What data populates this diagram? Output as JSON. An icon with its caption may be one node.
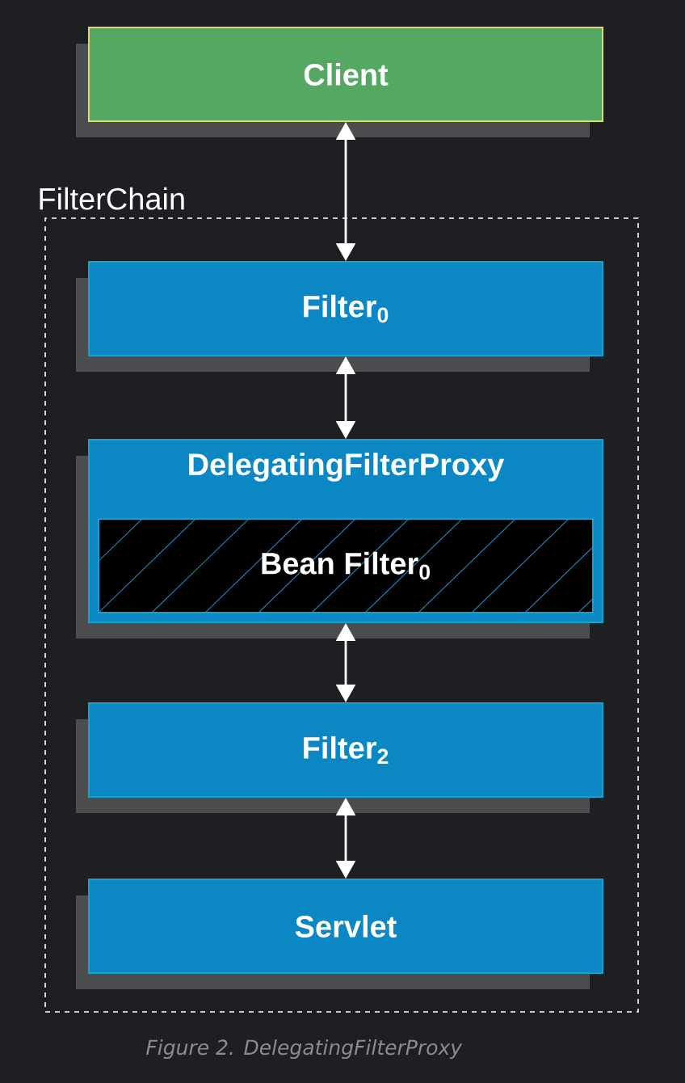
{
  "diagram": {
    "caption": "Figure 2. DelegatingFilterProxy",
    "nodes": [
      {
        "text": [
          "Client"
        ]
      },
      {
        "text": [
          "FilterChain"
        ]
      },
      {
        "text": [
          "Filter$_{0}$"
        ],
        "in": 1
      },
      {
        "text": [
          "DelegatingFilterProxy"
        ],
        "in": 1
      },
      {
        "text": [
          "Bean Filter$_{0}$"
        ],
        "in": 3
      },
      {
        "text": [
          "Filter$_{2}$"
        ],
        "in": 1
      },
      {
        "text": [
          "Servlet"
        ],
        "in": 1
      }
    ],
    "edges": [
      {
        "from": 0,
        "to": 2,
        "arrow": "both"
      },
      {
        "from": 2,
        "to": 3,
        "arrow": "both"
      },
      {
        "from": 3,
        "to": 5,
        "arrow": "both"
      },
      {
        "from": 5,
        "to": 6,
        "arrow": "both"
      }
    ]
  }
}
